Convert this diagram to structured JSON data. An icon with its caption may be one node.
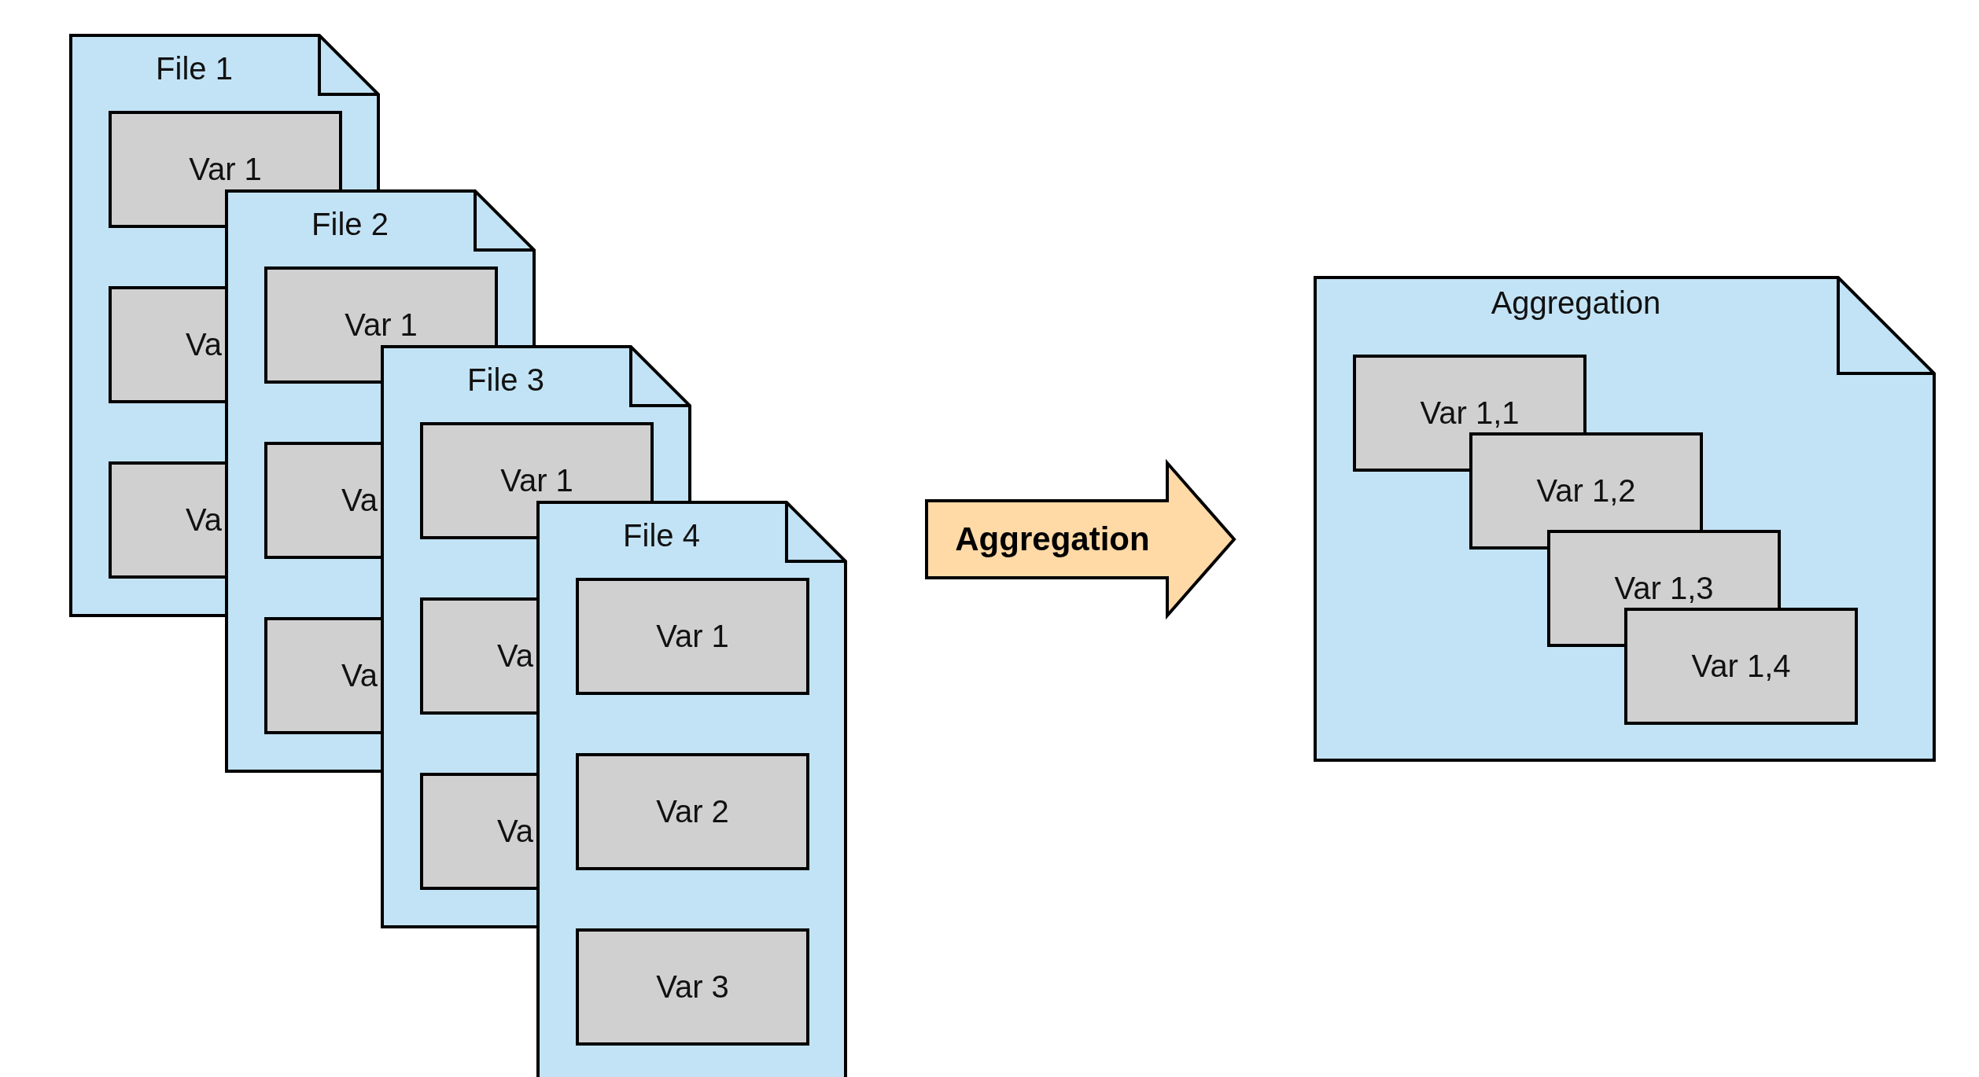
{
  "diagram": {
    "nodes": [
      {
        "text": [
          "File 1"
        ]
      },
      {
        "text": [
          "Var 1"
        ],
        "in": 0
      },
      {
        "text": [
          "Va"
        ],
        "in": 0
      },
      {
        "text": [
          "Va"
        ],
        "in": 0
      },
      {
        "text": [
          "File 2"
        ]
      },
      {
        "text": [
          "Var 1"
        ],
        "in": 4
      },
      {
        "text": [
          "Va"
        ]
      },
      {
        "text": [
          "Va"
        ],
        "in": 4
      },
      {
        "text": [
          "File 3"
        ]
      },
      {
        "text": [
          "Var 1"
        ],
        "in": 8
      },
      {
        "text": [
          "Va"
        ]
      },
      {
        "text": [
          "Va"
        ],
        "in": 8
      },
      {
        "text": [
          "File 4"
        ]
      },
      {
        "text": [
          "Var 1"
        ],
        "in": 12
      },
      {
        "text": [
          "Var 2"
        ],
        "in": 12
      },
      {
        "text": [
          "Var 3"
        ],
        "in": 12
      },
      {
        "text": [
          "Aggregation"
        ]
      },
      {
        "text": [
          "Aggregation"
        ]
      },
      {
        "text": [
          "Var 1,1"
        ],
        "in": 17
      },
      {
        "text": [
          "Var 1,2"
        ],
        "in": 17
      },
      {
        "text": [
          "Var 1,3"
        ],
        "in": 17
      },
      {
        "text": [
          "Var 1,4"
        ],
        "in": 17
      }
    ]
  }
}
